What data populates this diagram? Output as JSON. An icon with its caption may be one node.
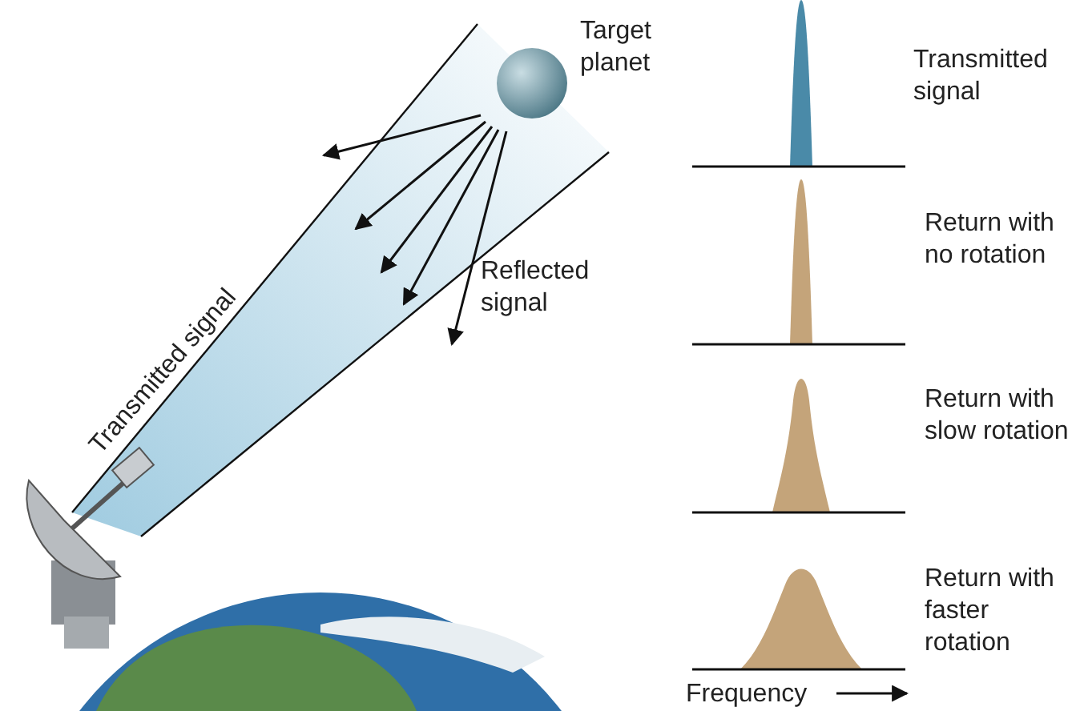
{
  "diagram": {
    "labels": [
      "Target planet",
      "Reflected signal",
      "Transmitted signal",
      "Transmitted signal",
      "Return with no rotation",
      "Return with slow rotation",
      "Return with faster rotation",
      "Frequency"
    ]
  }
}
